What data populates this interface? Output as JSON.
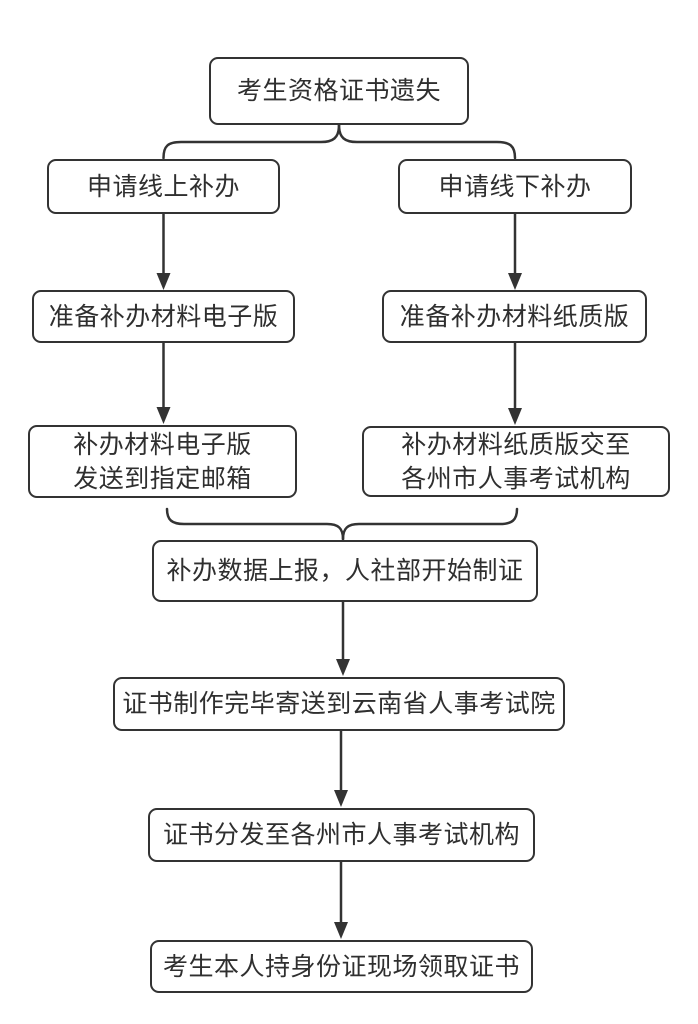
{
  "flowchart": {
    "type": "flowchart",
    "direction": "top-down",
    "colors": {
      "line": "#333333",
      "box_border": "#333333",
      "text": "#2f2f2f",
      "background": "#ffffff"
    },
    "nodes": [
      {
        "id": "start",
        "label": "考生资格证书遗失"
      },
      {
        "id": "apply-online",
        "label": "申请线上补办"
      },
      {
        "id": "apply-offline",
        "label": "申请线下补办"
      },
      {
        "id": "prepare-electronic",
        "label": "准备补办材料电子版"
      },
      {
        "id": "prepare-paper",
        "label": "准备补办材料纸质版"
      },
      {
        "id": "send-to-mailbox",
        "label": "补办材料电子版\n发送到指定邮箱"
      },
      {
        "id": "submit-to-agency",
        "label": "补办材料纸质版交至\n各州市人事考试机构"
      },
      {
        "id": "data-report",
        "label": "补办数据上报，人社部开始制证"
      },
      {
        "id": "mail-to-institute",
        "label": "证书制作完毕寄送到云南省人事考试院"
      },
      {
        "id": "distribute",
        "label": "证书分发至各州市人事考试机构"
      },
      {
        "id": "pickup",
        "label": "考生本人持身份证现场领取证书"
      }
    ],
    "edges": [
      {
        "from": "start",
        "to": "apply-online",
        "connector": "brace-split"
      },
      {
        "from": "start",
        "to": "apply-offline",
        "connector": "brace-split"
      },
      {
        "from": "apply-online",
        "to": "prepare-electronic",
        "connector": "arrow"
      },
      {
        "from": "apply-offline",
        "to": "prepare-paper",
        "connector": "arrow"
      },
      {
        "from": "prepare-electronic",
        "to": "send-to-mailbox",
        "connector": "arrow"
      },
      {
        "from": "prepare-paper",
        "to": "submit-to-agency",
        "connector": "arrow"
      },
      {
        "from": "send-to-mailbox",
        "to": "data-report",
        "connector": "brace-merge"
      },
      {
        "from": "submit-to-agency",
        "to": "data-report",
        "connector": "brace-merge"
      },
      {
        "from": "data-report",
        "to": "mail-to-institute",
        "connector": "arrow"
      },
      {
        "from": "mail-to-institute",
        "to": "distribute",
        "connector": "arrow"
      },
      {
        "from": "distribute",
        "to": "pickup",
        "connector": "arrow"
      }
    ]
  }
}
